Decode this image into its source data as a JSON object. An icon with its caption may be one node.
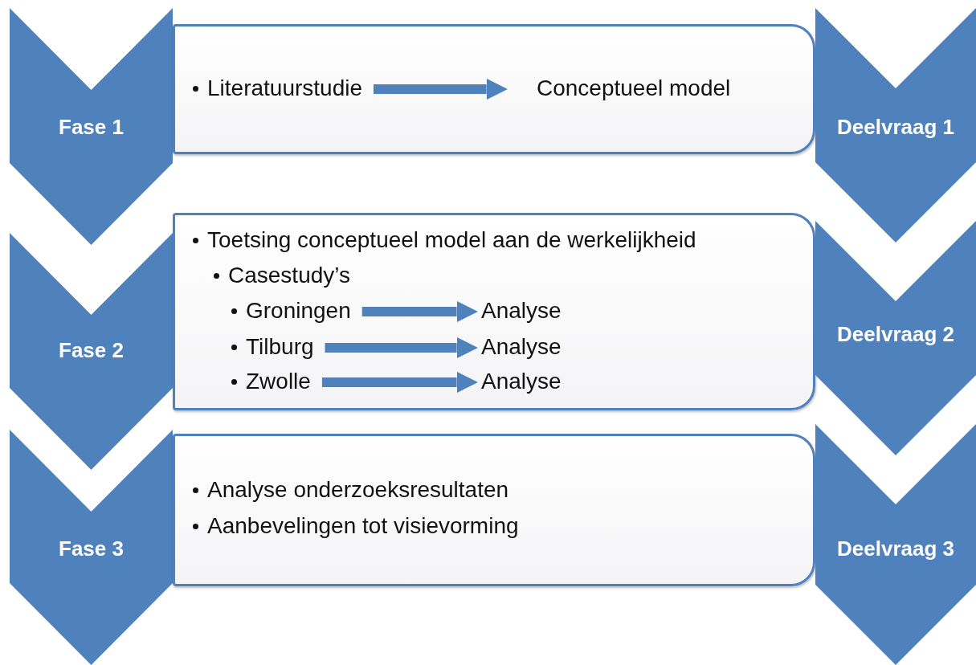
{
  "diagram": {
    "nodes": [
      {
        "text": [
          "Fase 1"
        ]
      },
      {
        "text": [],
        "shape": "box"
      },
      {
        "text": [
          "Literatuurstudie"
        ],
        "in": 1
      },
      {
        "text": [
          "Conceptueel model"
        ],
        "in": 1
      },
      {
        "text": [
          "Deelvraag 1"
        ]
      },
      {
        "text": [
          "Fase 2"
        ]
      },
      {
        "text": [
          "Toetsing conceptueel model aan de werkelijkheid"
        ]
      },
      {
        "text": [
          "Casestudy’s"
        ],
        "in": 6
      },
      {
        "text": [
          "Groningen"
        ],
        "in": 6
      },
      {
        "text": [
          "Analyse"
        ],
        "in": 6
      },
      {
        "text": [
          "Tilburg"
        ],
        "in": 6
      },
      {
        "text": [
          "Analyse"
        ],
        "in": 6
      },
      {
        "text": [
          "Zwolle"
        ],
        "in": 6
      },
      {
        "text": [
          "Analyse"
        ],
        "in": 6
      },
      {
        "text": [
          "Deelvraag 2"
        ]
      },
      {
        "text": [
          "Fase 3"
        ]
      },
      {
        "text": [
          "Analyse onderzoeksresultaten",
          "Aanbevelingen tot visievorming"
        ]
      },
      {
        "text": [
          "Deelvraag 3"
        ]
      }
    ],
    "edges": [
      {
        "from": 2,
        "to": 3,
        "arrow": "to"
      },
      {
        "from": 8,
        "to": 9,
        "arrow": "to"
      },
      {
        "from": 10,
        "to": 11,
        "arrow": "to"
      },
      {
        "from": 12,
        "to": 13,
        "arrow": "to"
      }
    ]
  }
}
